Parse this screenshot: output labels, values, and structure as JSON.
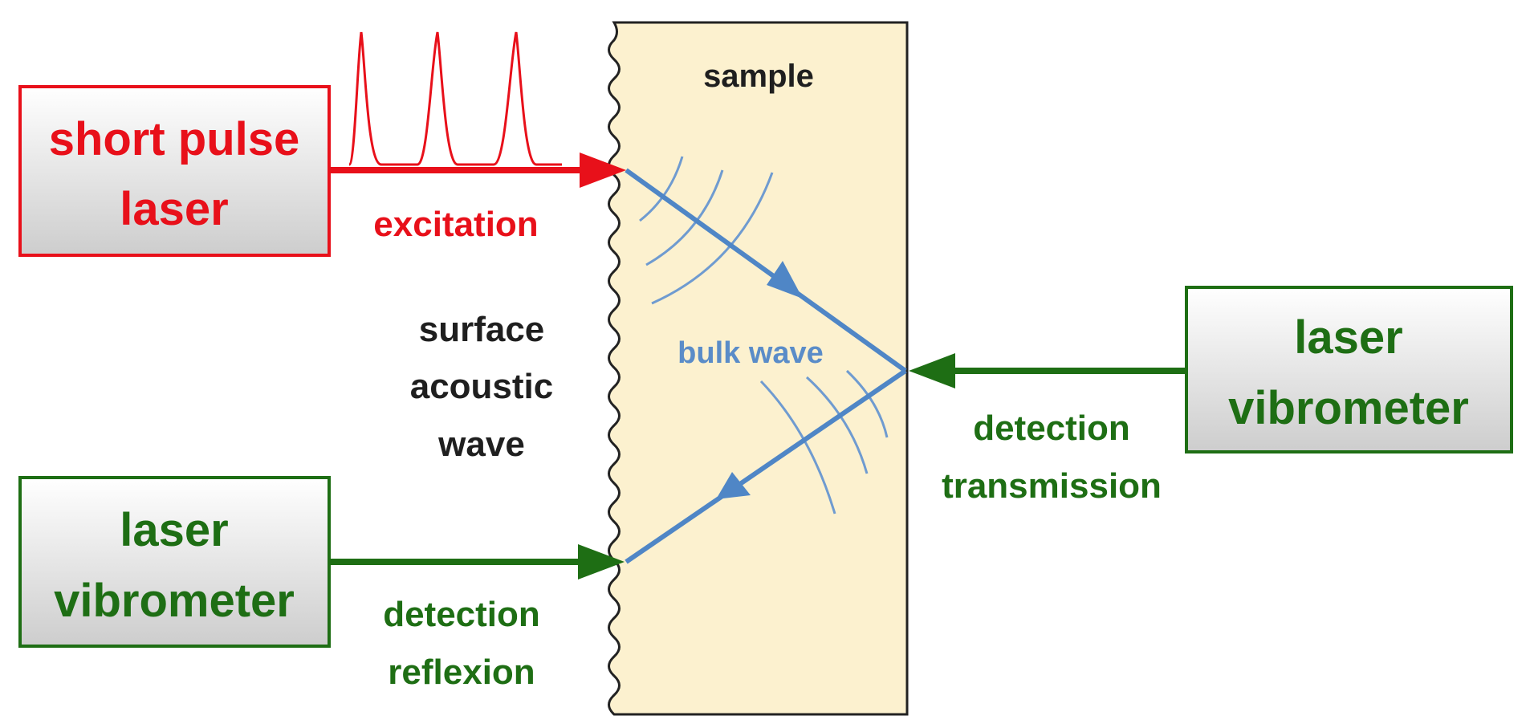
{
  "boxes": {
    "laser_source": {
      "line1": "short pulse",
      "line2": "laser"
    },
    "vibrometer_left": {
      "line1": "laser",
      "line2": "vibrometer"
    },
    "vibrometer_right": {
      "line1": "laser",
      "line2": "vibrometer"
    }
  },
  "labels": {
    "sample": "sample",
    "excitation": "excitation",
    "surface_line1": "surface",
    "surface_line2": "acoustic",
    "surface_line3": "wave",
    "bulk_wave": "bulk wave",
    "reflexion_line1": "detection",
    "reflexion_line2": "reflexion",
    "transmission_line1": "detection",
    "transmission_line2": "transmission"
  },
  "colors": {
    "laser": "#e8101a",
    "detector": "#1e6e14",
    "wave": "#4f86c6",
    "sample_fill": "#fcf1cf",
    "text": "#1f1f1f",
    "box_fill_top": "#ffffff",
    "box_fill_bottom": "#cfcfcf"
  }
}
